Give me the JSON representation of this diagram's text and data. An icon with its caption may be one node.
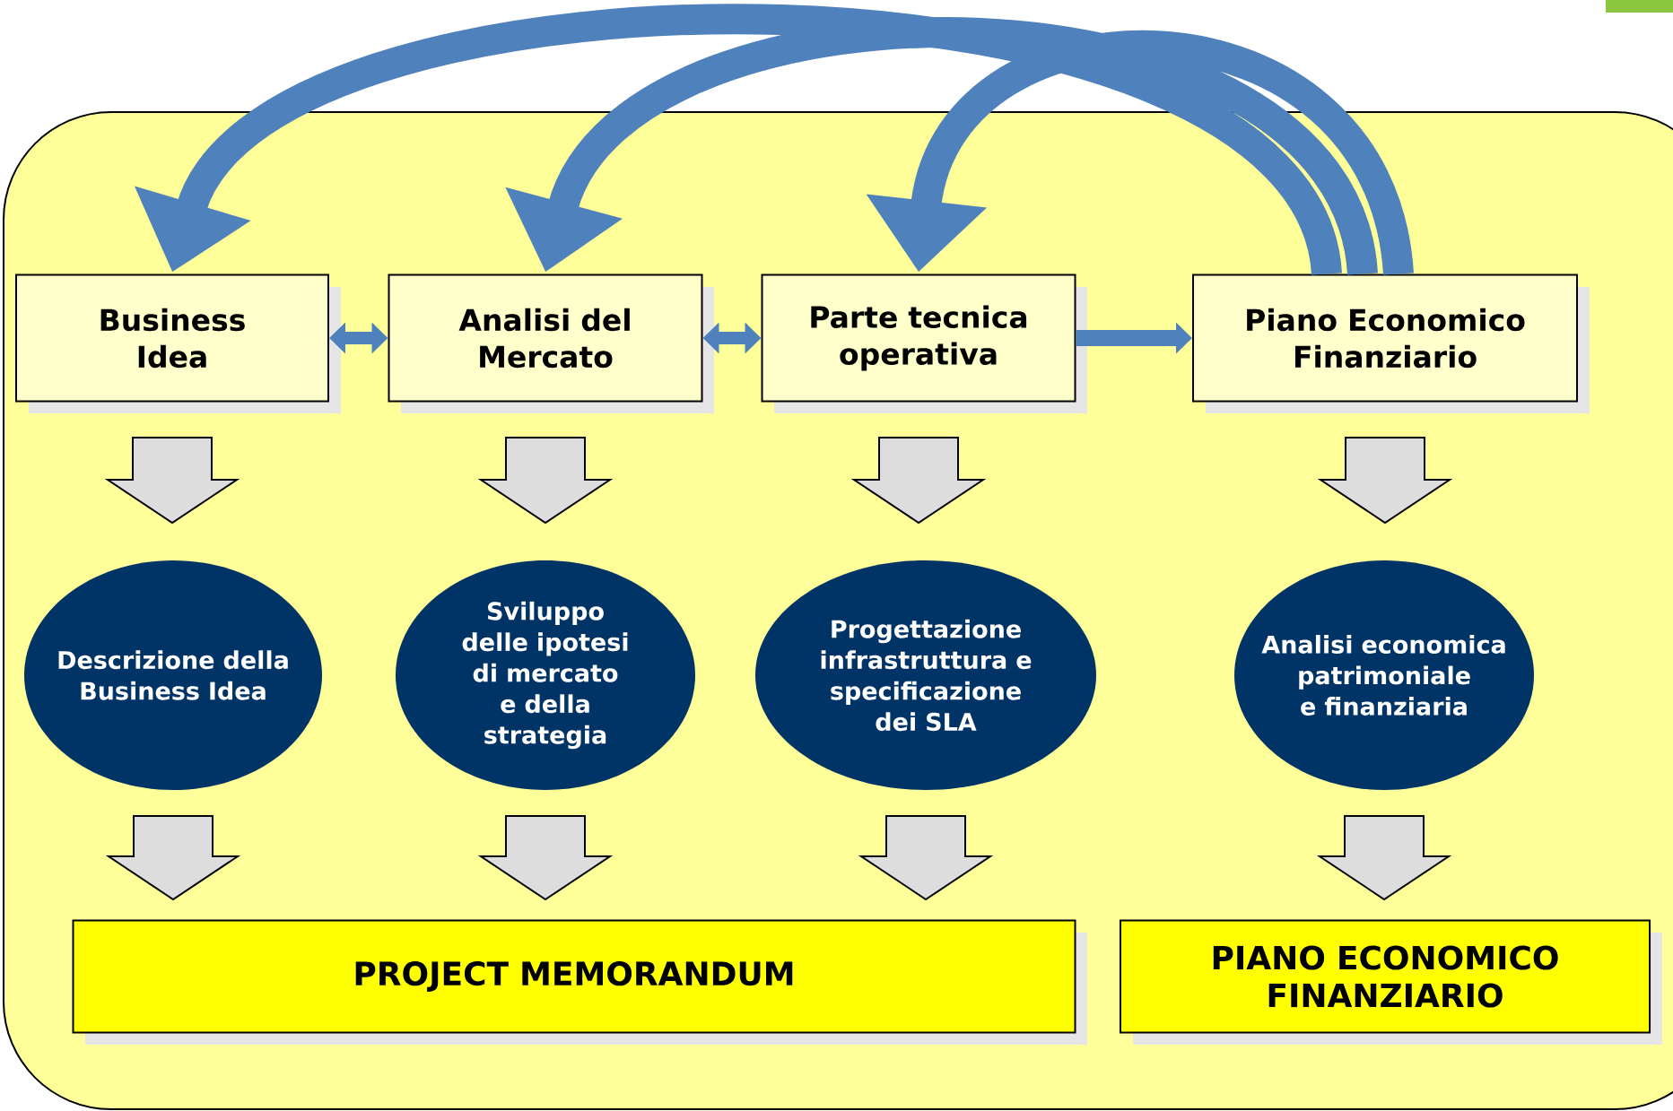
{
  "diagram": {
    "nodes": [
      {
        "text": [
          "Business Idea"
        ]
      },
      {
        "text": [
          "Analisi del Mercato"
        ]
      },
      {
        "text": [
          "Parte tecnica operativa"
        ]
      },
      {
        "text": [
          "Piano Economico Finanziario"
        ]
      },
      {
        "text": [
          "Descrizione della Business Idea"
        ]
      },
      {
        "text": [
          "Sviluppo delle ipotesi di mercato e della strategia"
        ]
      },
      {
        "text": [
          "Progettazione infrastruttura e specificazione dei SLA"
        ]
      },
      {
        "text": [
          "Analisi economica patrimoniale e finanziaria"
        ]
      },
      {
        "text": [
          "PROJECT MEMORANDUM"
        ]
      },
      {
        "text": [
          "PIANO ECONOMICO FINANZIARIO"
        ]
      }
    ],
    "edges": [
      {
        "from": 3,
        "to": 0,
        "arrow": "to",
        "style": "thick",
        "color": "#4f81bd"
      },
      {
        "from": 3,
        "to": 1,
        "arrow": "to",
        "style": "thick",
        "color": "#4f81bd"
      },
      {
        "from": 3,
        "to": 2,
        "arrow": "to",
        "style": "thick",
        "color": "#4f81bd"
      },
      {
        "from": 0,
        "to": 1,
        "arrow": "both",
        "color": "#4f81bd"
      },
      {
        "from": 1,
        "to": 2,
        "arrow": "both",
        "color": "#4f81bd"
      },
      {
        "from": 2,
        "to": 3,
        "arrow": "to",
        "color": "#4f81bd"
      },
      {
        "from": 0,
        "to": 4,
        "arrow": "to"
      },
      {
        "from": 1,
        "to": 5,
        "arrow": "to"
      },
      {
        "from": 2,
        "to": 6,
        "arrow": "to"
      },
      {
        "from": 3,
        "to": 7,
        "arrow": "to"
      },
      {
        "from": 4,
        "to": 8,
        "arrow": "to"
      },
      {
        "from": 5,
        "to": 8,
        "arrow": "to"
      },
      {
        "from": 6,
        "to": 8,
        "arrow": "to"
      },
      {
        "from": 7,
        "to": 9,
        "arrow": "to"
      }
    ]
  }
}
